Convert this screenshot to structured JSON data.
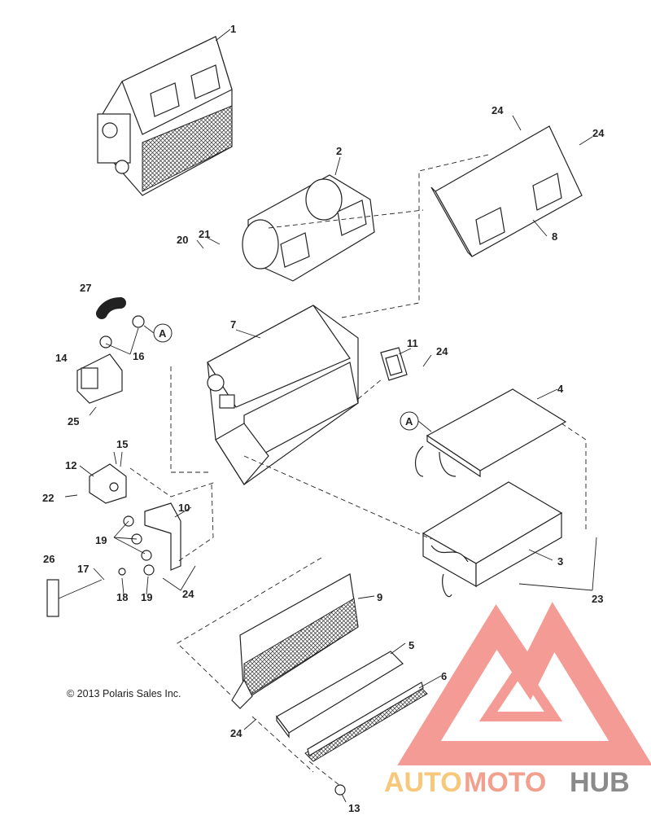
{
  "diagram": {
    "copyright": "© 2013 Polaris Sales Inc.",
    "reference_label": "A",
    "callouts": [
      "1",
      "2",
      "3",
      "4",
      "5",
      "6",
      "7",
      "8",
      "9",
      "10",
      "11",
      "12",
      "13",
      "14",
      "15",
      "16",
      "17",
      "18",
      "19",
      "20",
      "21",
      "22",
      "23",
      "24",
      "25",
      "26",
      "27"
    ],
    "extra_callouts": {
      "c19b": "19",
      "c24b": "24",
      "c24c": "24",
      "c24d": "24",
      "c24e": "24",
      "refA2": "A"
    }
  },
  "watermark": {
    "brand_parts": [
      "AUTO",
      "MOTO",
      "HUB"
    ],
    "colors": {
      "auto": "#f7c77a",
      "moto": "#f2a08e",
      "hub": "#8a8a8a",
      "logo": "#f28a82"
    }
  }
}
